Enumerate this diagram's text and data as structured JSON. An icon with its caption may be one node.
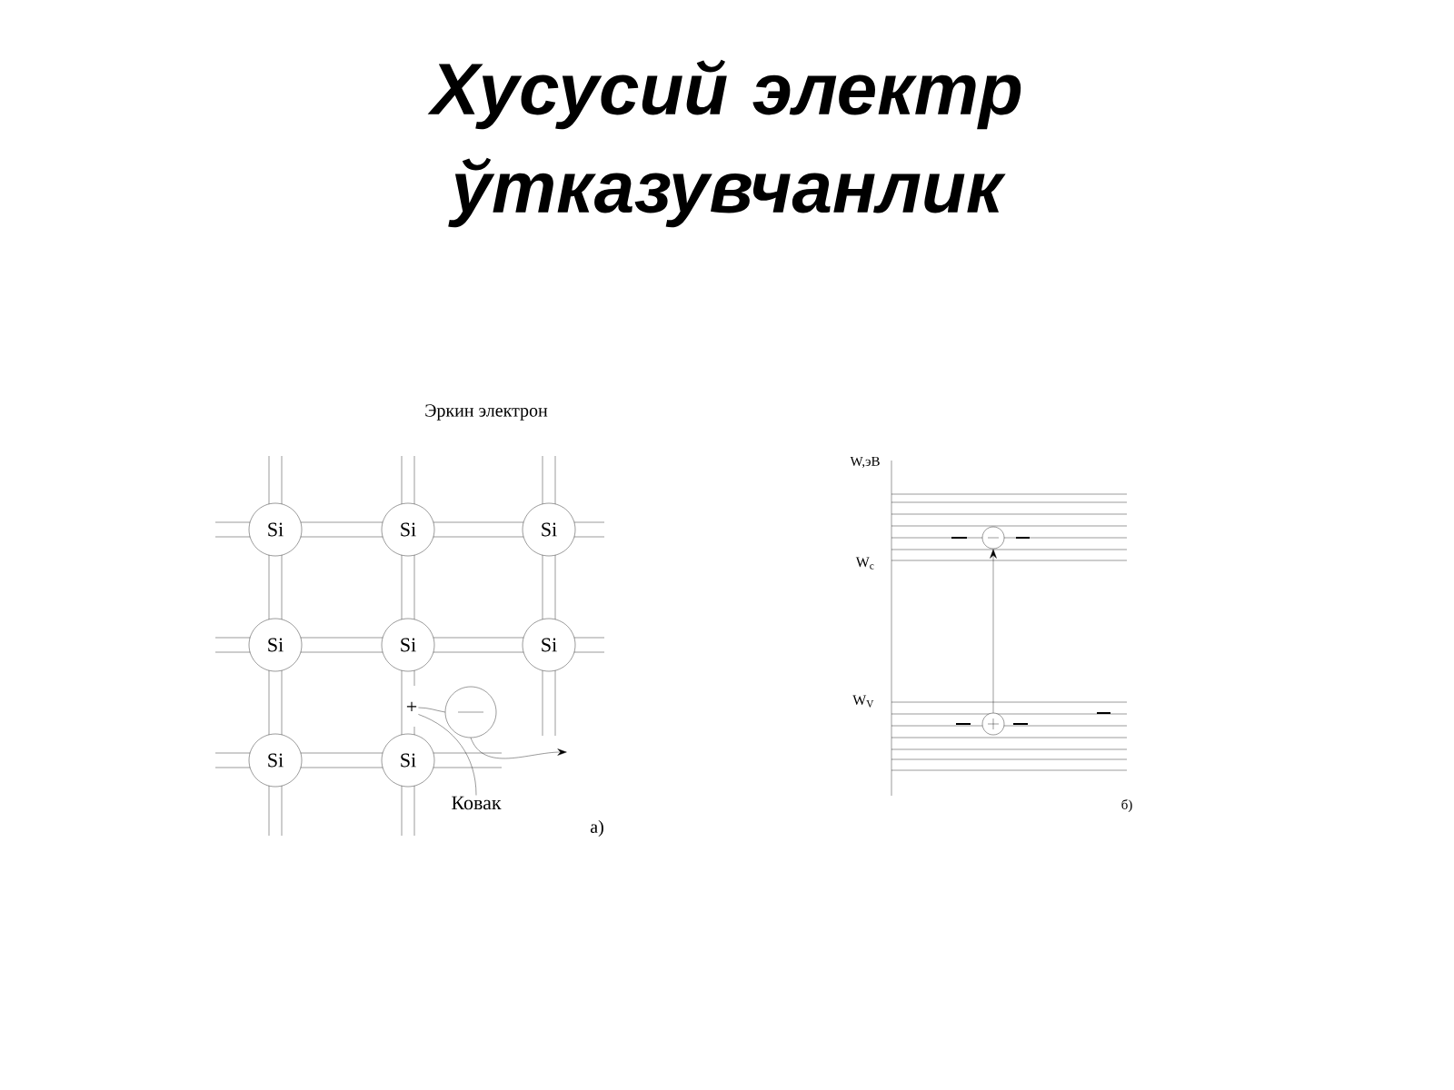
{
  "diagram": {
    "title": "Хусусий электр ўтказувчанлик",
    "nodes": [
      {
        "text": [
          "Si"
        ]
      },
      {
        "text": [
          "Si"
        ]
      },
      {
        "text": [
          "Si"
        ]
      },
      {
        "text": [
          "Si"
        ]
      },
      {
        "text": [
          "Si"
        ]
      },
      {
        "text": [
          "Si"
        ]
      },
      {
        "text": [
          "Si"
        ]
      },
      {
        "text": [
          "Si"
        ]
      },
      {
        "text": [
          "+"
        ]
      },
      {
        "text": [],
        "shape": "circle"
      },
      {
        "text": [
          "Ковак"
        ]
      },
      {
        "text": [],
        "shape": "circle"
      },
      {
        "text": [],
        "shape": "circle"
      }
    ],
    "edges": [
      {
        "from": 8,
        "to": 9,
        "arrow": "none"
      },
      {
        "from": 9,
        "to": null,
        "arrow": "to"
      },
      {
        "from": 10,
        "to": 8,
        "arrow": "none"
      },
      {
        "from": 12,
        "to": 11,
        "arrow": "to"
      }
    ],
    "labels": [
      "Эркин электрон",
      "а)",
      "W,эВ",
      "W$_{c}$",
      "W$_{V}$",
      "б)"
    ]
  }
}
